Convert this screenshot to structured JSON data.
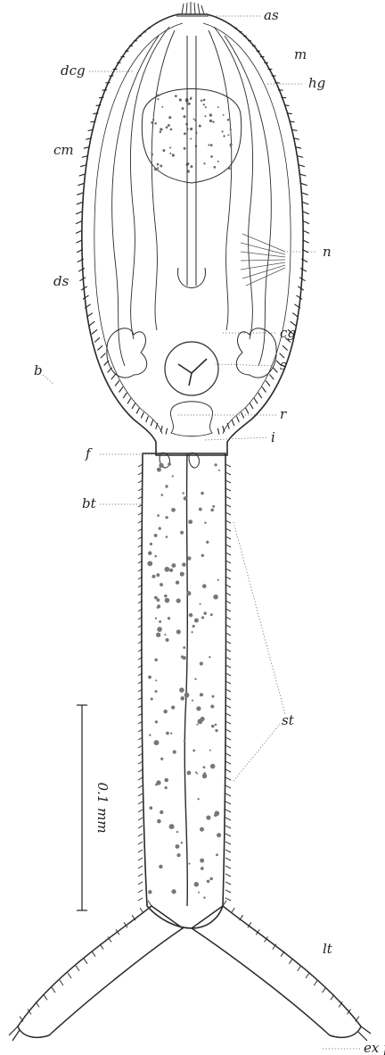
{
  "labels": {
    "as": "as",
    "m": "m",
    "dcg": "dcg",
    "hg": "hg",
    "cm": "cm",
    "n": "n",
    "ds": "ds",
    "cg": "cg",
    "b": "b",
    "s": "s",
    "r": "r",
    "i": "i",
    "f": "f",
    "bt": "bt",
    "st": "st",
    "lt": "lt",
    "exp": "ex p"
  },
  "scale_bar": {
    "label": "0.1 mm"
  }
}
